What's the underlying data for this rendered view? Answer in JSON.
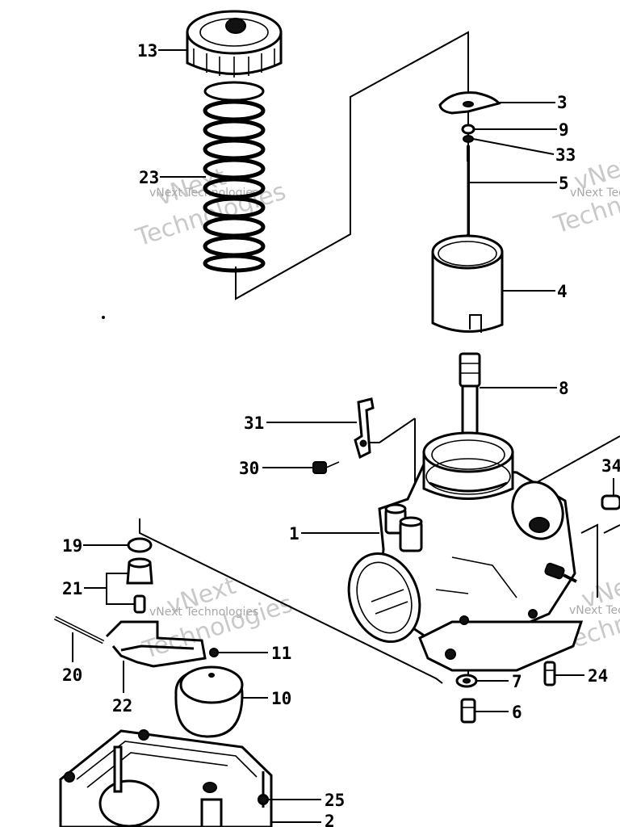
{
  "diagram": {
    "callouts": [
      {
        "id": "13",
        "label": "13"
      },
      {
        "id": "23",
        "label": "23"
      },
      {
        "id": "3",
        "label": "3"
      },
      {
        "id": "9",
        "label": "9"
      },
      {
        "id": "33",
        "label": "33"
      },
      {
        "id": "5",
        "label": "5"
      },
      {
        "id": "4",
        "label": "4"
      },
      {
        "id": "8",
        "label": "8"
      },
      {
        "id": "31",
        "label": "31"
      },
      {
        "id": "30",
        "label": "30"
      },
      {
        "id": "34",
        "label": "34"
      },
      {
        "id": "1",
        "label": "1"
      },
      {
        "id": "19",
        "label": "19"
      },
      {
        "id": "21",
        "label": "21"
      },
      {
        "id": "20",
        "label": "20"
      },
      {
        "id": "22",
        "label": "22"
      },
      {
        "id": "11",
        "label": "11"
      },
      {
        "id": "10",
        "label": "10"
      },
      {
        "id": "7",
        "label": "7"
      },
      {
        "id": "24",
        "label": "24"
      },
      {
        "id": "6",
        "label": "6"
      },
      {
        "id": "25",
        "label": "25"
      },
      {
        "id": "2",
        "label": "2"
      }
    ],
    "watermarks": [
      {
        "line1": "vNext",
        "line2": "Technologies",
        "small": "vNext Technologies"
      },
      {
        "line1": "vNext",
        "line2": "Technologies",
        "small": "vNext Technologies"
      },
      {
        "line1": "vNext",
        "line2": "Technologies",
        "small": "vNext Technologies"
      },
      {
        "line1": "vNext",
        "line2": "Technologies",
        "small": "vNext Technologies"
      }
    ]
  }
}
